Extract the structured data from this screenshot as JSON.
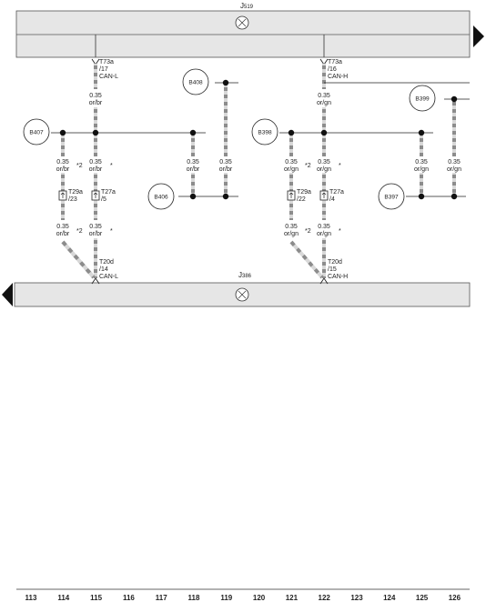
{
  "control_units": {
    "top": {
      "id": "J519",
      "prefix": "J",
      "suffix": "519"
    },
    "bottom": {
      "id": "J386",
      "prefix": "J",
      "suffix": "386"
    }
  },
  "top_connectors": [
    {
      "pin": "T73a",
      "num": "/17",
      "sig": "CAN-L"
    },
    {
      "pin": "T73a",
      "num": "/16",
      "sig": "CAN-H"
    }
  ],
  "bottom_connectors": [
    {
      "pin": "T20d",
      "num": "/14",
      "sig": "CAN-L"
    },
    {
      "pin": "T20d",
      "num": "/15",
      "sig": "CAN-H"
    }
  ],
  "inline_connectors": [
    {
      "pin": "T29a",
      "num": "/23"
    },
    {
      "pin": "T27a",
      "num": "/5"
    },
    {
      "pin": "T29a",
      "num": "/22"
    },
    {
      "pin": "T27a",
      "num": "/4"
    }
  ],
  "components": [
    "B407",
    "B408",
    "B406",
    "B398",
    "B399",
    "B397"
  ],
  "wire_labels": {
    "size": "0.35",
    "or_br": "or/br",
    "or_gn": "or/gn",
    "star2": "*2",
    "star": "*"
  },
  "column_numbers": [
    "113",
    "114",
    "115",
    "116",
    "117",
    "118",
    "119",
    "120",
    "121",
    "122",
    "123",
    "124",
    "125",
    "126"
  ],
  "colors": {
    "orange_stripe": "#9a9a9a",
    "wire_base": "#d8d8d8",
    "housing": "#e6e6e6"
  }
}
